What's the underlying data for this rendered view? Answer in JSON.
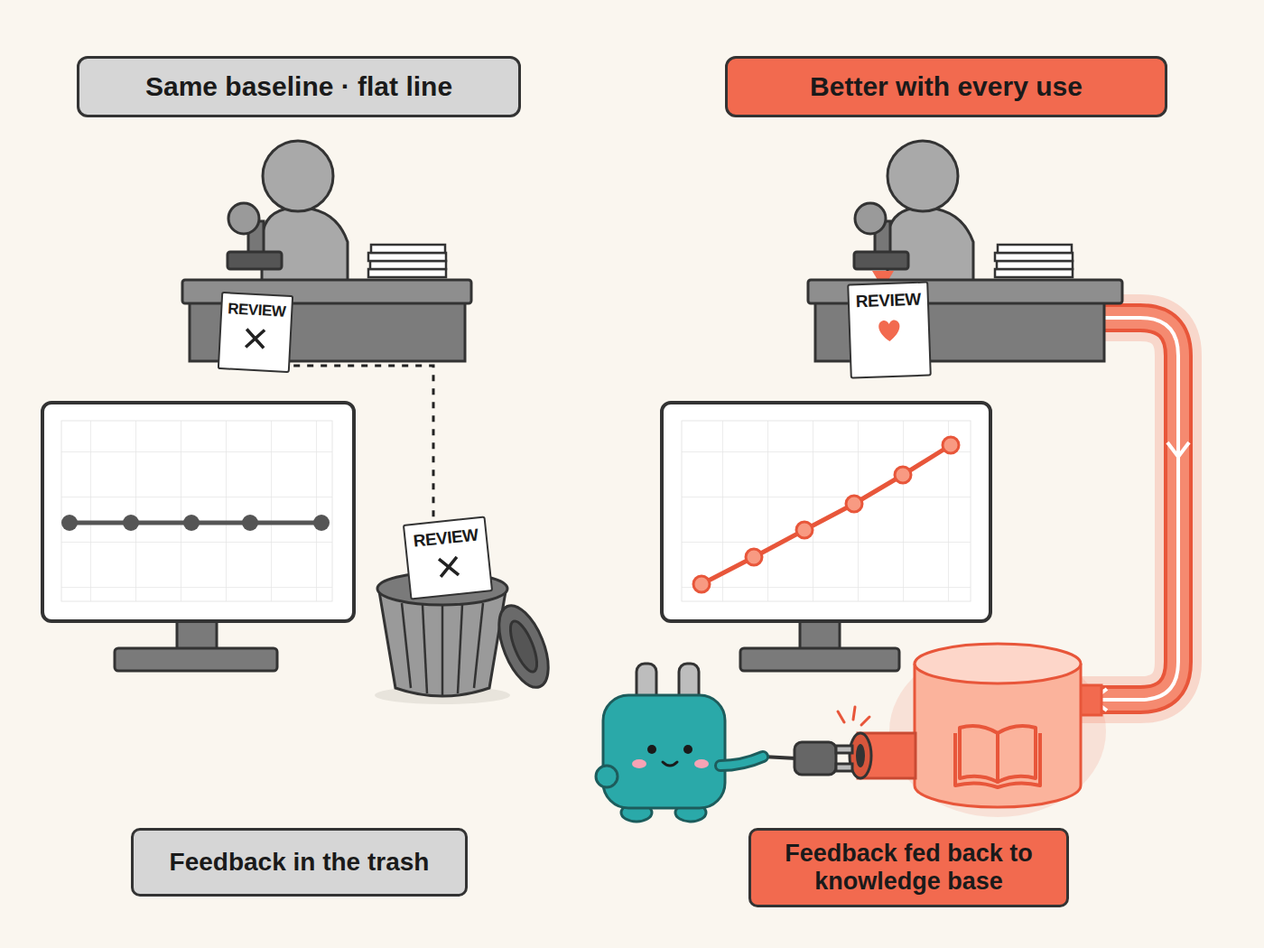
{
  "diagram": {
    "nodes": [
      {
        "text": [
          "Same baseline · flat line"
        ]
      },
      {
        "text": [
          "Better with every use"
        ]
      },
      {
        "text": [
          "REVIEW"
        ]
      },
      {
        "text": [
          "REVIEW"
        ]
      },
      {
        "text": [
          "REVIEW"
        ]
      },
      {
        "text": [
          "Feedback in the trash"
        ]
      },
      {
        "text": [
          "Feedback fed back to knowledge base"
        ]
      }
    ],
    "edges": [
      {
        "from": 2,
        "to": 4,
        "arrow": "none"
      }
    ]
  }
}
